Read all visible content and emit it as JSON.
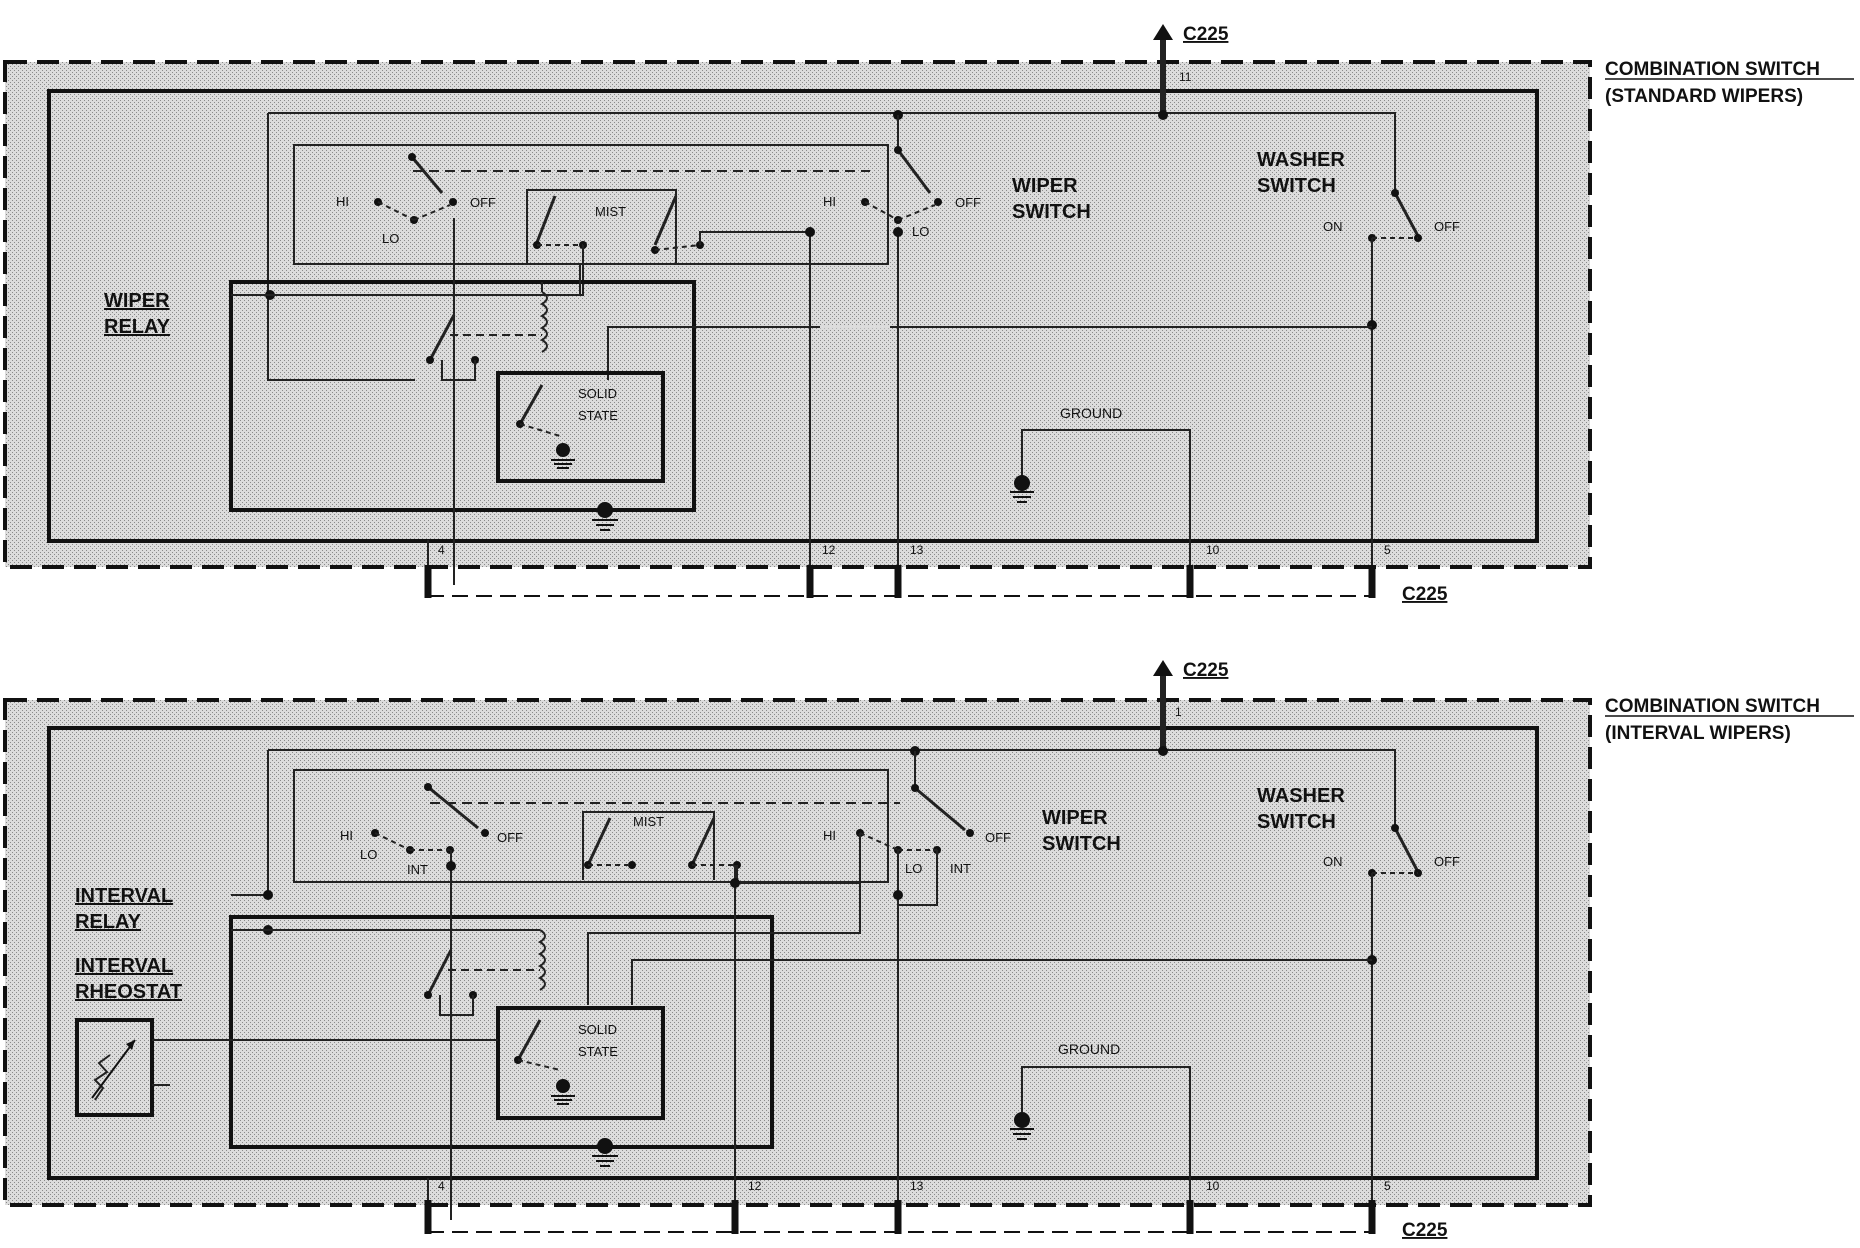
{
  "diagram_1": {
    "title_line1": "COMBINATION SWITCH",
    "title_line2": "(STANDARD WIPERS)",
    "connector_top": "C225",
    "connector_top_pin": "11",
    "connector_bottom": "C225",
    "relay_label_1": "WIPER",
    "relay_label_2": "RELAY",
    "wiper_switch_1": "WIPER",
    "wiper_switch_2": "SWITCH",
    "washer_switch_1": "WASHER",
    "washer_switch_2": "SWITCH",
    "solid_state_1": "SOLID",
    "solid_state_2": "STATE",
    "ground": "GROUND",
    "pos_hi": "HI",
    "pos_lo": "LO",
    "pos_off": "OFF",
    "pos_mist": "MIST",
    "pos_on": "ON",
    "pins": [
      "4",
      "12",
      "13",
      "10",
      "5"
    ]
  },
  "diagram_2": {
    "title_line1": "COMBINATION SWITCH",
    "title_line2": "(INTERVAL WIPERS)",
    "connector_top": "C225",
    "connector_top_pin": "1",
    "connector_bottom": "C225",
    "relay_label_1": "INTERVAL",
    "relay_label_2": "RELAY",
    "rheostat_label_1": "INTERVAL",
    "rheostat_label_2": "RHEOSTAT",
    "wiper_switch_1": "WIPER",
    "wiper_switch_2": "SWITCH",
    "washer_switch_1": "WASHER",
    "washer_switch_2": "SWITCH",
    "solid_state_1": "SOLID",
    "solid_state_2": "STATE",
    "ground": "GROUND",
    "pos_hi": "HI",
    "pos_lo": "LO",
    "pos_int": "INT",
    "pos_off": "OFF",
    "pos_mist": "MIST",
    "pos_on": "ON",
    "pins": [
      "4",
      "12",
      "13",
      "10",
      "5"
    ]
  }
}
